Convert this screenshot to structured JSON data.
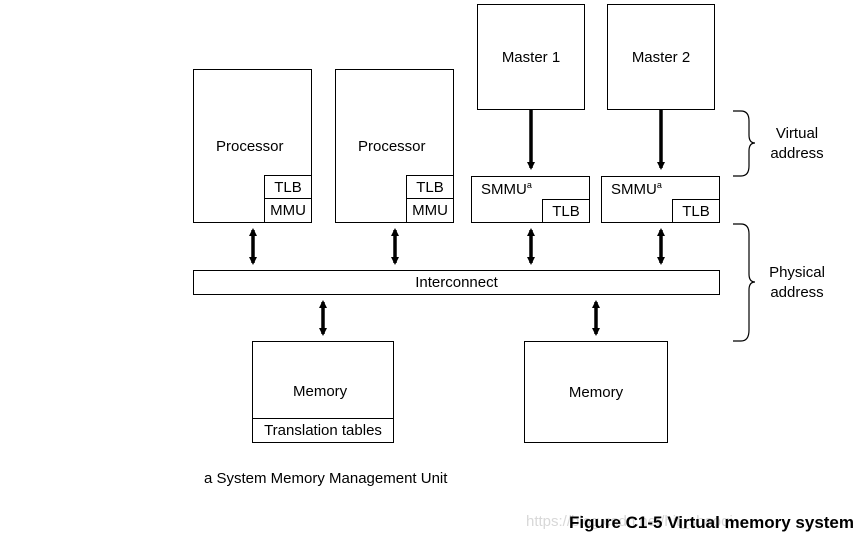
{
  "processors": [
    {
      "label": "Processor",
      "tlb": "TLB",
      "mmu": "MMU"
    },
    {
      "label": "Processor",
      "tlb": "TLB",
      "mmu": "MMU"
    }
  ],
  "masters": [
    "Master 1",
    "Master 2"
  ],
  "smmus": [
    {
      "label": "SMMU",
      "sup": "a",
      "tlb": "TLB"
    },
    {
      "label": "SMMU",
      "sup": "a",
      "tlb": "TLB"
    }
  ],
  "interconnect": "Interconnect",
  "memories": [
    {
      "label": "Memory",
      "sub": "Translation tables"
    },
    {
      "label": "Memory"
    }
  ],
  "braces": {
    "virtual": [
      "Virtual",
      "address"
    ],
    "physical": [
      "Physical",
      "address"
    ]
  },
  "footnote": "a System Memory Management Unit",
  "caption": "Figure C1-5 Virtual memory system",
  "watermark": "https://blog.csdn.net/hit_shaoqi"
}
